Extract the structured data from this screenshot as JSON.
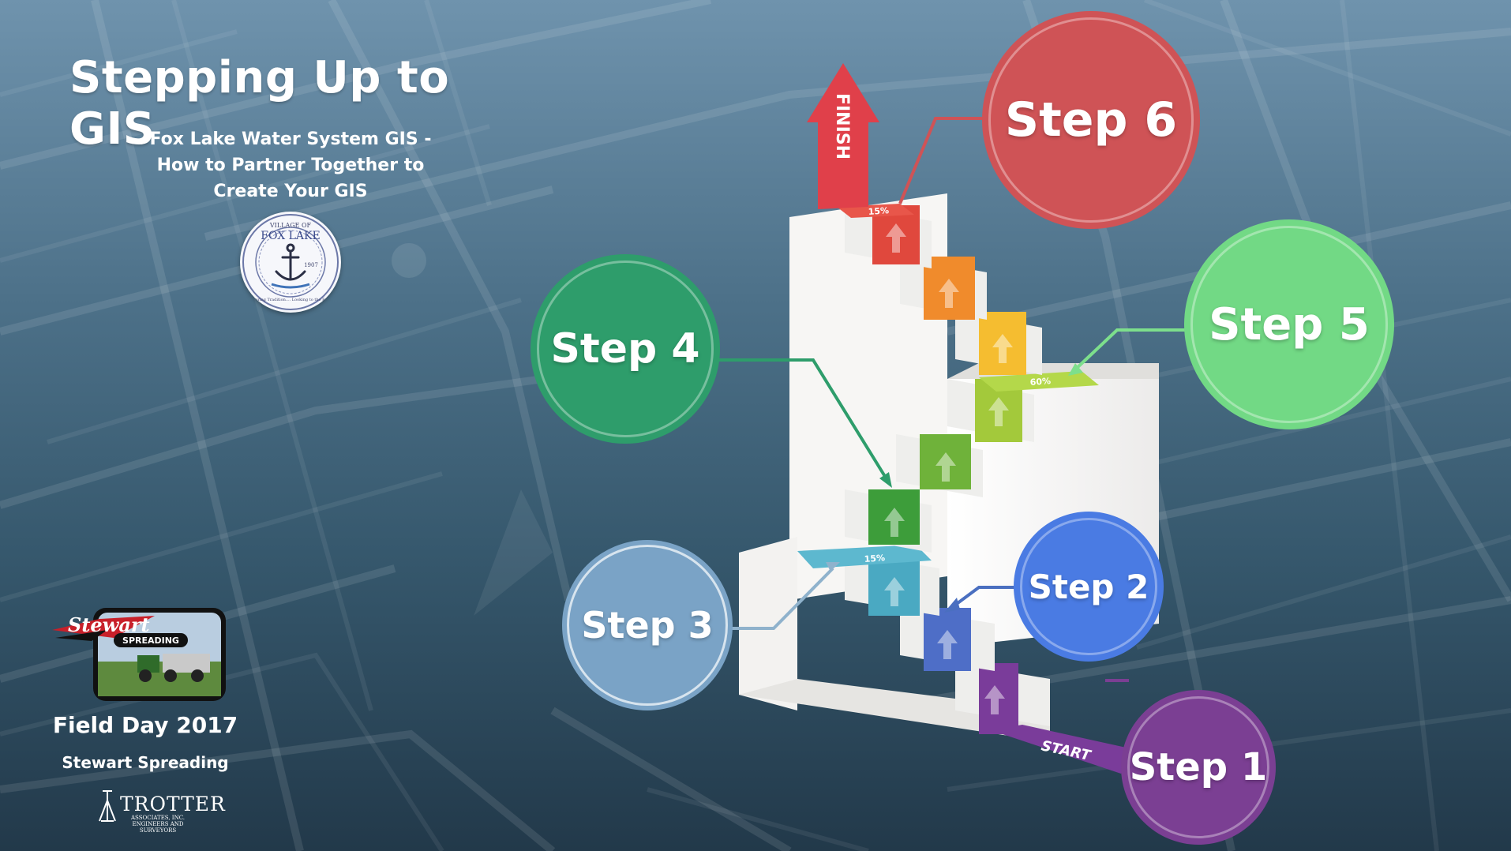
{
  "title": "Stepping Up to GIS",
  "subtitle_lines": [
    "Fox Lake Water System GIS -",
    "How to Partner Together to",
    "Create Your GIS"
  ],
  "seal": {
    "top_text": "VILLAGE OF",
    "name": "FOX LAKE",
    "year": "1907",
    "motto": "Anchoring Tradition.... Looking to the Future"
  },
  "stewart_logo": {
    "name": "Stewart",
    "tagline": "SPREADING"
  },
  "field_day": "Field Day 2017",
  "field_day_sub": "Stewart Spreading",
  "trotter": {
    "name": "TROTTER",
    "line1": "ASSOCIATES, INC.",
    "line2": "ENGINEERS AND SURVEYORS"
  },
  "stairs": {
    "start_label": "START",
    "finish_label": "FINISH",
    "landing_labels": [
      "15%",
      "60%",
      "15%"
    ]
  },
  "steps": [
    {
      "label": "Step 1",
      "color": "#7b3f93"
    },
    {
      "label": "Step 2",
      "color": "#4a7be3"
    },
    {
      "label": "Step 3",
      "color": "#7aa3c6"
    },
    {
      "label": "Step 4",
      "color": "#2e9d6b"
    },
    {
      "label": "Step 5",
      "color": "#72d985"
    },
    {
      "label": "Step 6",
      "color": "#cf5356"
    }
  ],
  "colors": {
    "red": "#e0483d",
    "orange": "#f08b2c",
    "yellow": "#f5bd30",
    "lime": "#a3c93b",
    "green": "#3d9d3a",
    "teal": "#4aa9c2",
    "blue": "#4e6ec7",
    "purple": "#7a3c9a"
  }
}
